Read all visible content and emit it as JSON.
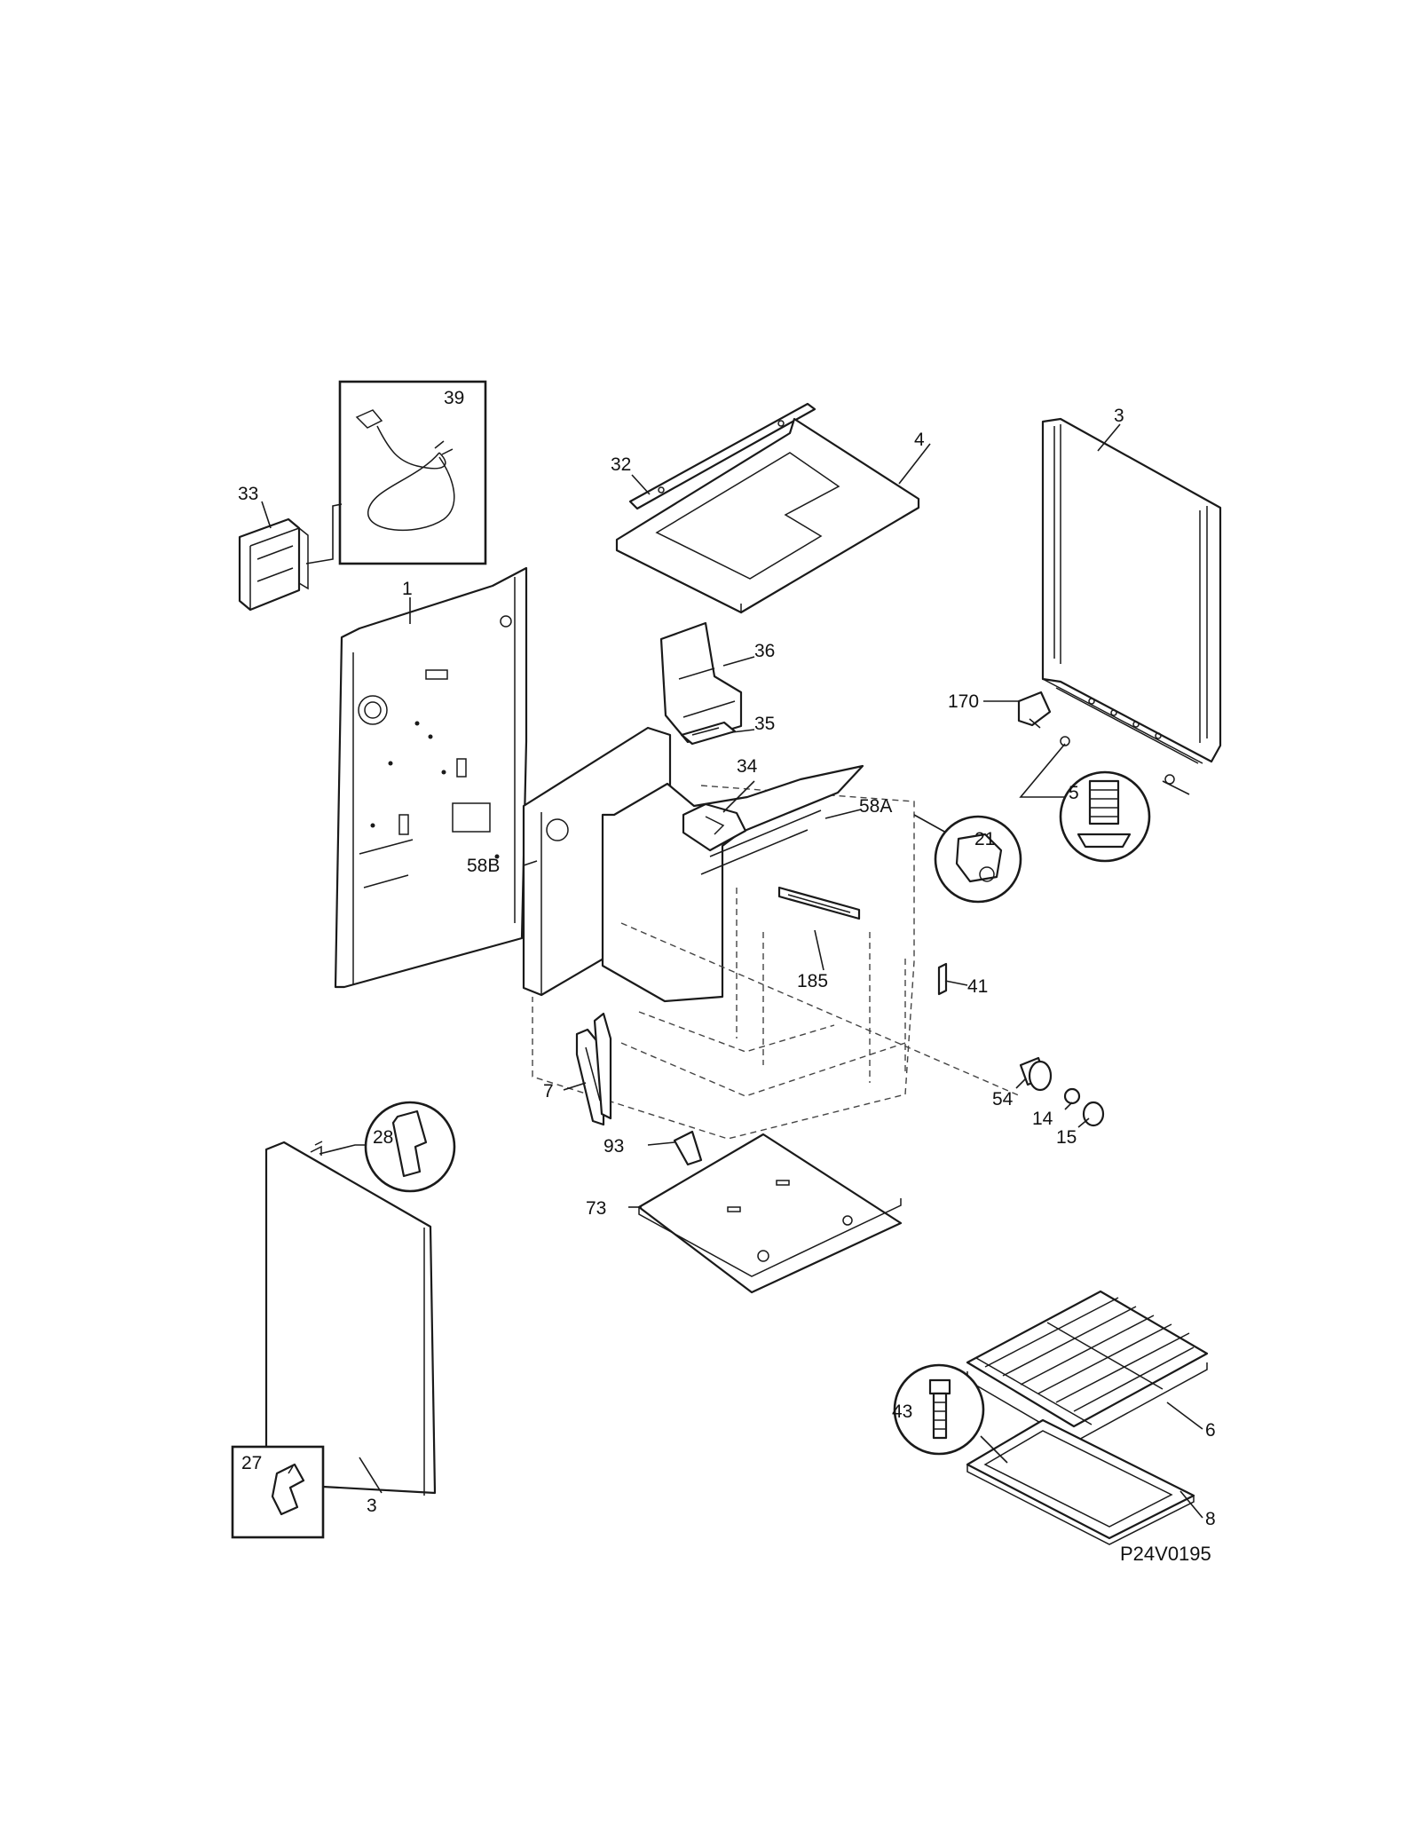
{
  "diagram_code": "P24V0195",
  "callouts": {
    "c1": "1",
    "c3a": "3",
    "c3b": "3",
    "c4": "4",
    "c5": "5",
    "c6": "6",
    "c7": "7",
    "c8": "8",
    "c14": "14",
    "c15": "15",
    "c21": "21",
    "c27": "27",
    "c28": "28",
    "c32": "32",
    "c33": "33",
    "c34": "34",
    "c35": "35",
    "c36": "36",
    "c39": "39",
    "c41": "41",
    "c43": "43",
    "c54": "54",
    "c58a": "58A",
    "c58b": "58B",
    "c73": "73",
    "c93": "93",
    "c170": "170",
    "c185": "185"
  }
}
